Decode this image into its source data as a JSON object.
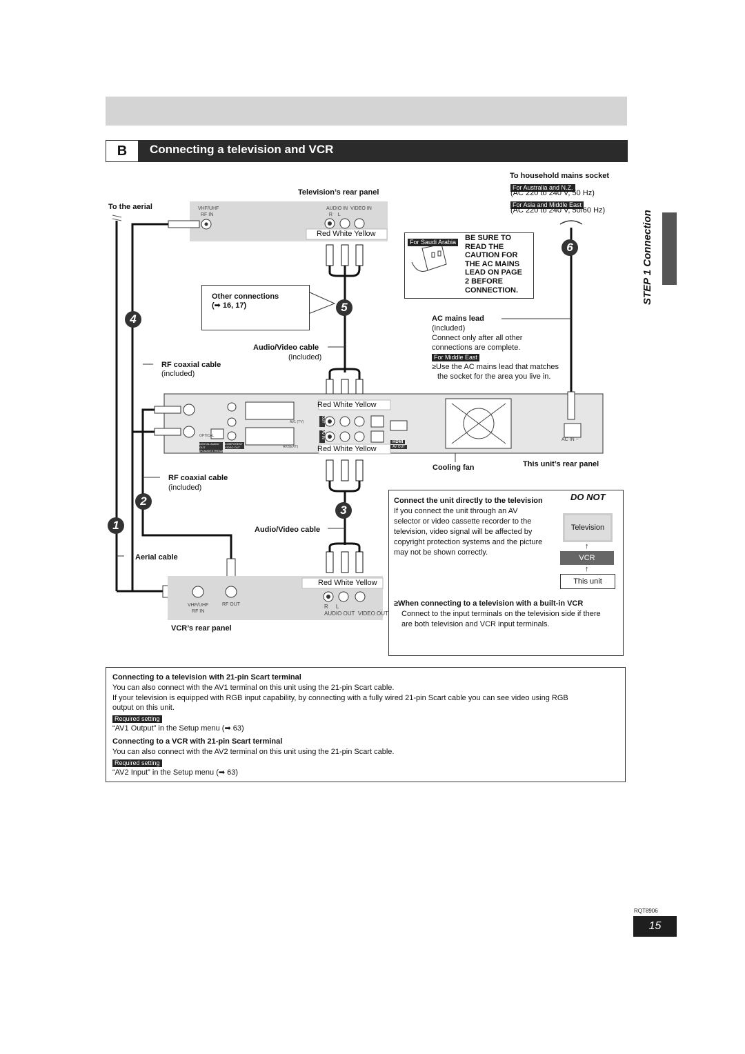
{
  "section": {
    "letter": "B",
    "title": "Connecting a television and VCR"
  },
  "side": {
    "step": "STEP 1",
    "label": "Connection"
  },
  "tv_panel": {
    "title": "Television’s rear panel",
    "vhf": "VHF/UHF",
    "rfin": "RF IN",
    "audio_in": "AUDIO IN",
    "video_in": "VIDEO IN",
    "r": "R",
    "l": "L",
    "colors": "Red White Yellow"
  },
  "aerial": {
    "to": "To the aerial",
    "cable": "Aerial cable"
  },
  "mains": {
    "title": "To household mains socket",
    "tag_au": "For Australia and N.Z.",
    "spec_au": "(AC 220 to 240 V, 50 Hz)",
    "tag_asia": "For Asia and Middle East",
    "spec_asia": "(AC 220 to 240 V, 50/60 Hz)"
  },
  "caution": {
    "tag": "For Saudi Arabia",
    "text": [
      "BE SURE TO",
      "READ THE",
      "CAUTION FOR",
      "THE AC MAINS",
      "LEAD ON PAGE",
      "2 BEFORE",
      "CONNECTION."
    ]
  },
  "other_conn": {
    "title": "Other connections",
    "ref": "(➡ 16, 17)"
  },
  "ac_lead": {
    "title": "AC mains lead",
    "included": "(included)",
    "text1": "Connect only after all other",
    "text2": "connections are complete.",
    "tag": "For Middle East",
    "bullet1": "≥Use the AC mains lead that matches",
    "bullet2": "the socket for the area you live in."
  },
  "av_cable_top": {
    "title": "Audio/Video cable",
    "included": "(included)"
  },
  "rf_cable_top": {
    "title": "RF coaxial cable",
    "included": "(included)"
  },
  "rf_cable_bottom": {
    "title": "RF coaxial cable",
    "included": "(included)"
  },
  "av_cable_bottom": {
    "title": "Audio/Video cable"
  },
  "unit_panel": {
    "colors_top": "Red White Yellow",
    "colors_bottom": "Red White Yellow",
    "cooling": "Cooling fan",
    "title": "This unit’s rear panel",
    "ac_in": "AC IN ~",
    "av_ext": "AV2(EXT)",
    "av1_tv": "AV1 (TV)",
    "optical": "OPTICAL",
    "digital_out": "DIGITAL AUDIO OUT (PCM/BITSTREAM)",
    "component_out": "COMPONENT VIDEO OUT",
    "hdmi": "HDMI",
    "av_out": "AV OUT",
    "out": "OUT",
    "in": "AV IN"
  },
  "vcr_panel": {
    "title": "VCR’s rear panel",
    "vhf": "VHF/UHF",
    "rfin": "RF IN",
    "rfout": "RF OUT",
    "r": "R",
    "l": "L",
    "audio_out": "AUDIO OUT",
    "video_out": "VIDEO OUT",
    "colors": "Red White Yellow"
  },
  "steps": [
    "1",
    "2",
    "3",
    "4",
    "5",
    "6"
  ],
  "do_not": {
    "heading": "Connect the unit directly to the television",
    "badge": "DO NOT",
    "lines": [
      "If you connect the unit through an AV",
      "selector or video cassette recorder to the",
      "television, video signal will be affected by",
      "copyright protection systems and the picture",
      "may not be shown correctly."
    ],
    "tv": "Television",
    "vcr": "VCR",
    "unit": "This unit",
    "vcr_heading": "≥When connecting to a television with a built-in VCR",
    "vcr_lines": [
      "Connect to the input terminals on the television side if there",
      "are both television and VCR input terminals."
    ]
  },
  "notes": {
    "scart_tv_title": "Connecting to a television with 21-pin Scart terminal",
    "scart_tv_1": "You can also connect with the AV1 terminal on this unit using the 21-pin Scart cable.",
    "scart_tv_2": "If your television is equipped with RGB input capability, by connecting with a fully wired 21-pin Scart cable you can see video using RGB",
    "scart_tv_3": "output on this unit.",
    "required": "Required setting",
    "av1_setting": "“AV1 Output” in the Setup menu (➡ 63)",
    "scart_vcr_title": "Connecting to a VCR with 21-pin Scart terminal",
    "scart_vcr_1": "You can also connect with the AV2 terminal on this unit using the 21-pin Scart cable.",
    "av2_setting": "“AV2 Input” in the Setup menu (➡ 63)"
  },
  "footer": {
    "code": "RQT8906",
    "page": "15"
  }
}
